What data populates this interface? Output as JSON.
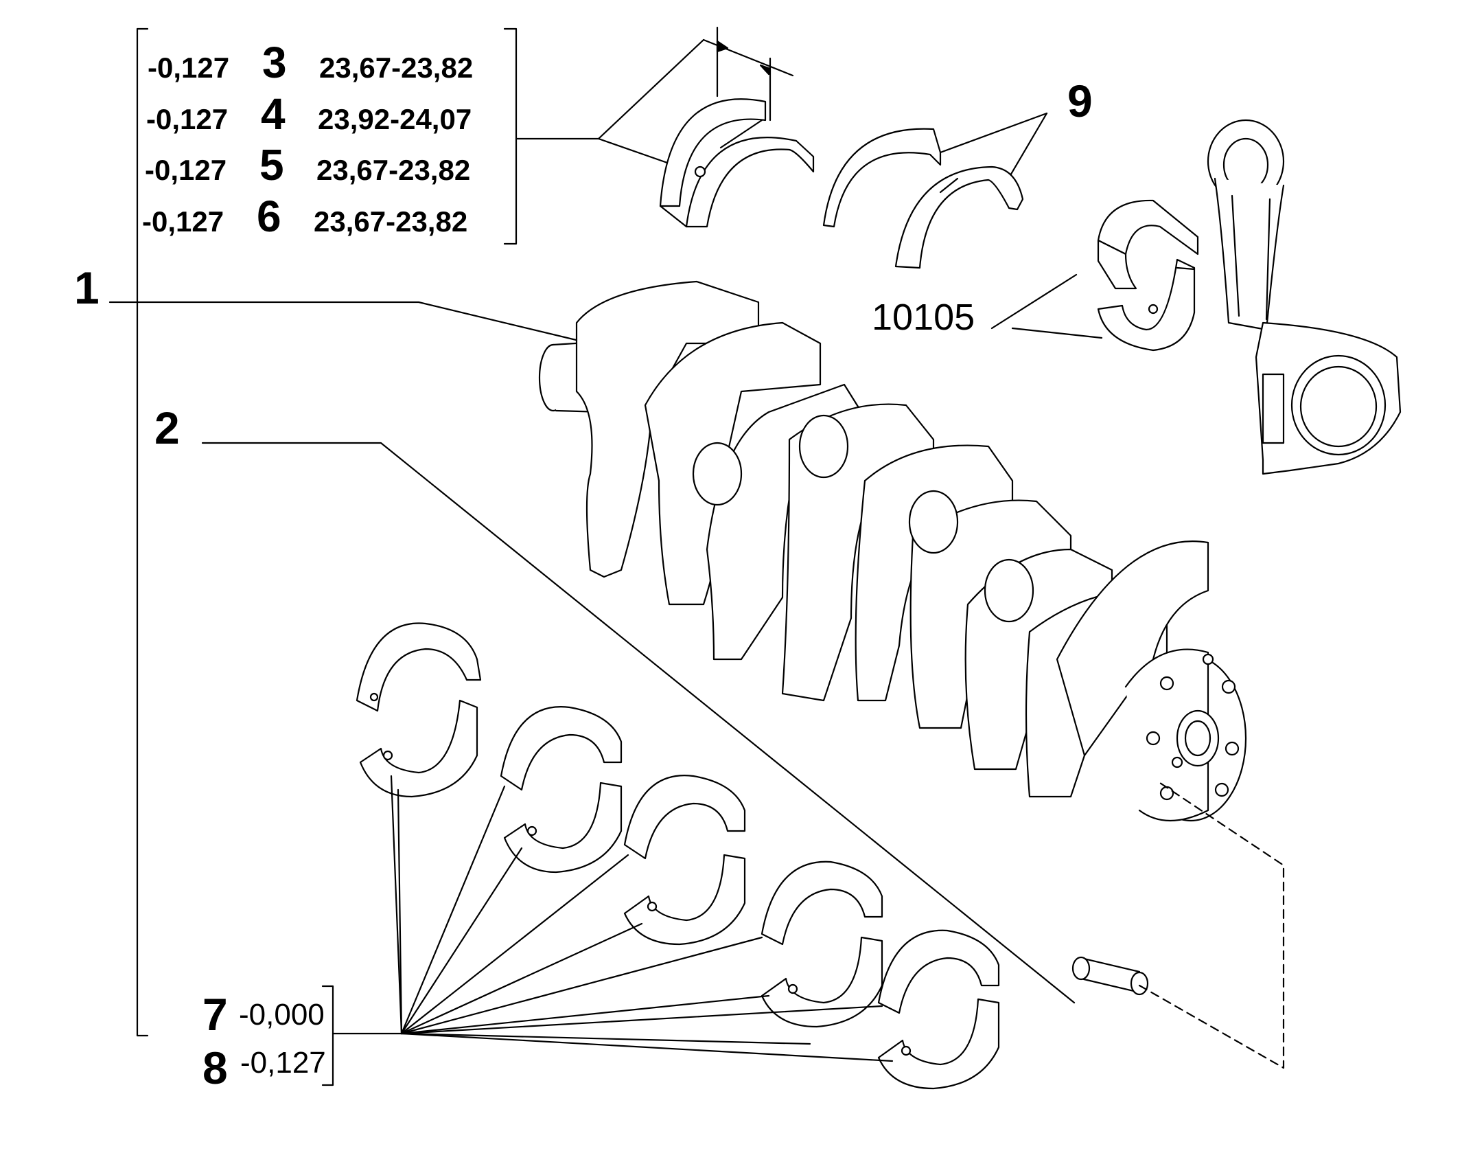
{
  "callouts": {
    "c1": "1",
    "c2": "2",
    "c9": "9",
    "c10105": "10105"
  },
  "spec_rows": [
    {
      "offset": "-0,127",
      "num": "3",
      "range": "23,67-23,82"
    },
    {
      "offset": "-0,127",
      "num": "4",
      "range": "23,92-24,07"
    },
    {
      "offset": "-0,127",
      "num": "5",
      "range": "23,67-23,82"
    },
    {
      "offset": "-0,127",
      "num": "6",
      "range": "23,67-23,82"
    }
  ],
  "bearing_rows": [
    {
      "num": "7",
      "offset": "-0,000"
    },
    {
      "num": "8",
      "offset": "-0,127"
    }
  ],
  "colors": {
    "line": "#000000",
    "part_fill": "#ffffff"
  }
}
